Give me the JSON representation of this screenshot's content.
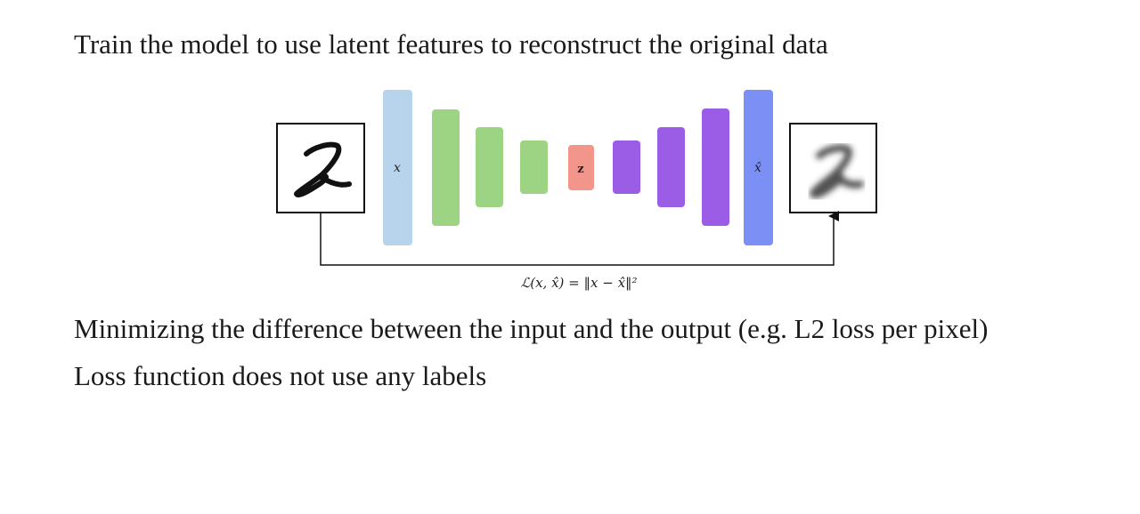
{
  "title": "Train the model to use latent features to reconstruct the original data",
  "diagram": {
    "input_label": "x",
    "latent_label": "z",
    "output_label": "x̂",
    "loss_formula": "ℒ(x, x̂) = ‖x − x̂‖²",
    "colors": {
      "input_layer": "#b8d3ec",
      "encoder": "#9dd483",
      "latent": "#f2958b",
      "decoder": "#9c5de6",
      "output_layer": "#7b8ff5"
    }
  },
  "bullets": [
    "Minimizing the difference between the input and the output (e.g. L2 loss per pixel)",
    "Loss function does not use any labels"
  ]
}
